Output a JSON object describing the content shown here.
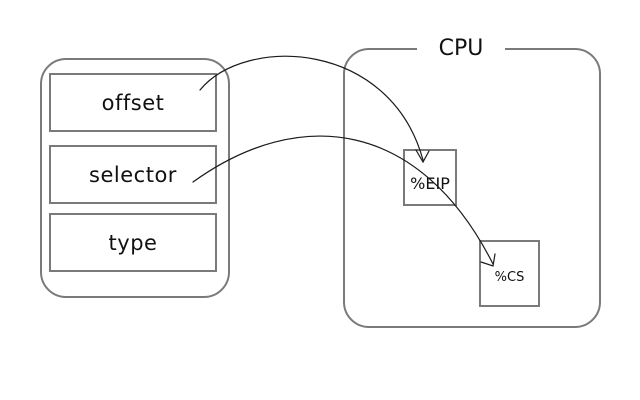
{
  "descriptor": {
    "fields": [
      {
        "label": "offset"
      },
      {
        "label": "selector"
      },
      {
        "label": "type"
      }
    ]
  },
  "cpu": {
    "title": "CPU",
    "registers": [
      {
        "label": "%EIP"
      },
      {
        "label": "%CS"
      }
    ]
  },
  "arrows": [
    {
      "name": "offset-to-eip",
      "from": "offset",
      "to": "%EIP"
    },
    {
      "name": "selector-to-cs",
      "from": "selector",
      "to": "%CS"
    }
  ],
  "colors": {
    "background": "#ffffff",
    "border": "#7a7a7a",
    "text": "#111111",
    "arrow": "#1a1a1a"
  }
}
